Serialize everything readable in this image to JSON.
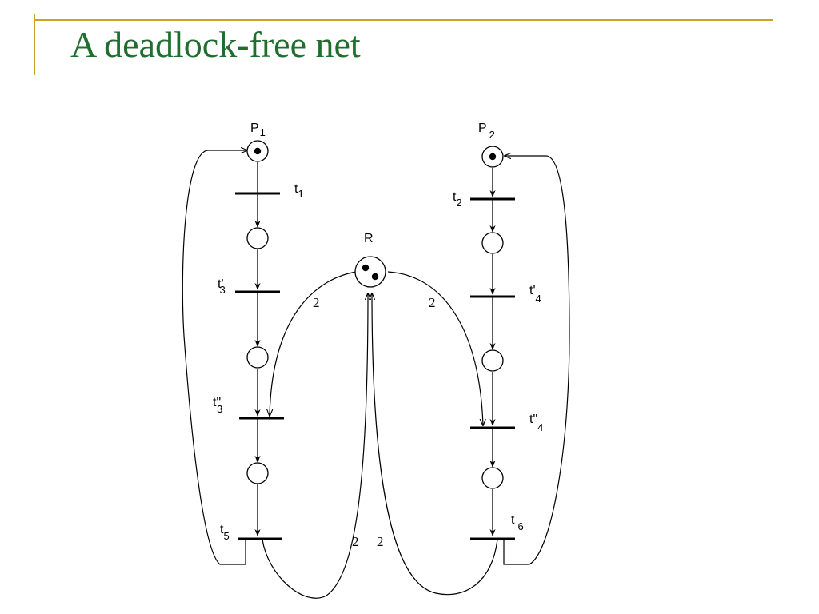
{
  "title": "A deadlock-free net",
  "colors": {
    "title": "#1f6e2e",
    "accent": "#c9a227",
    "ink": "#000000"
  },
  "places": {
    "p1": {
      "label": "P",
      "sub": "1",
      "tokens": 1
    },
    "p2": {
      "label": "P",
      "sub": "2",
      "tokens": 1
    },
    "r": {
      "label": "R",
      "tokens": 2
    }
  },
  "transitions": {
    "t1": {
      "label": "t",
      "sub": "1"
    },
    "t2": {
      "label": "t",
      "sub": "2"
    },
    "t3a": {
      "label": "t'",
      "sub": "3"
    },
    "t3b": {
      "label": "t\"",
      "sub": "3"
    },
    "t4a": {
      "label": "t'",
      "sub": "4"
    },
    "t4b": {
      "label": "t\"",
      "sub": "4"
    },
    "t5": {
      "label": "t",
      "sub": "5"
    },
    "t6": {
      "label": "t",
      "sub": "6"
    }
  },
  "arc_weights": {
    "r_to_t3b": "2",
    "r_to_t4b": "2",
    "t5_to_r": "2",
    "t6_to_r": "2"
  }
}
